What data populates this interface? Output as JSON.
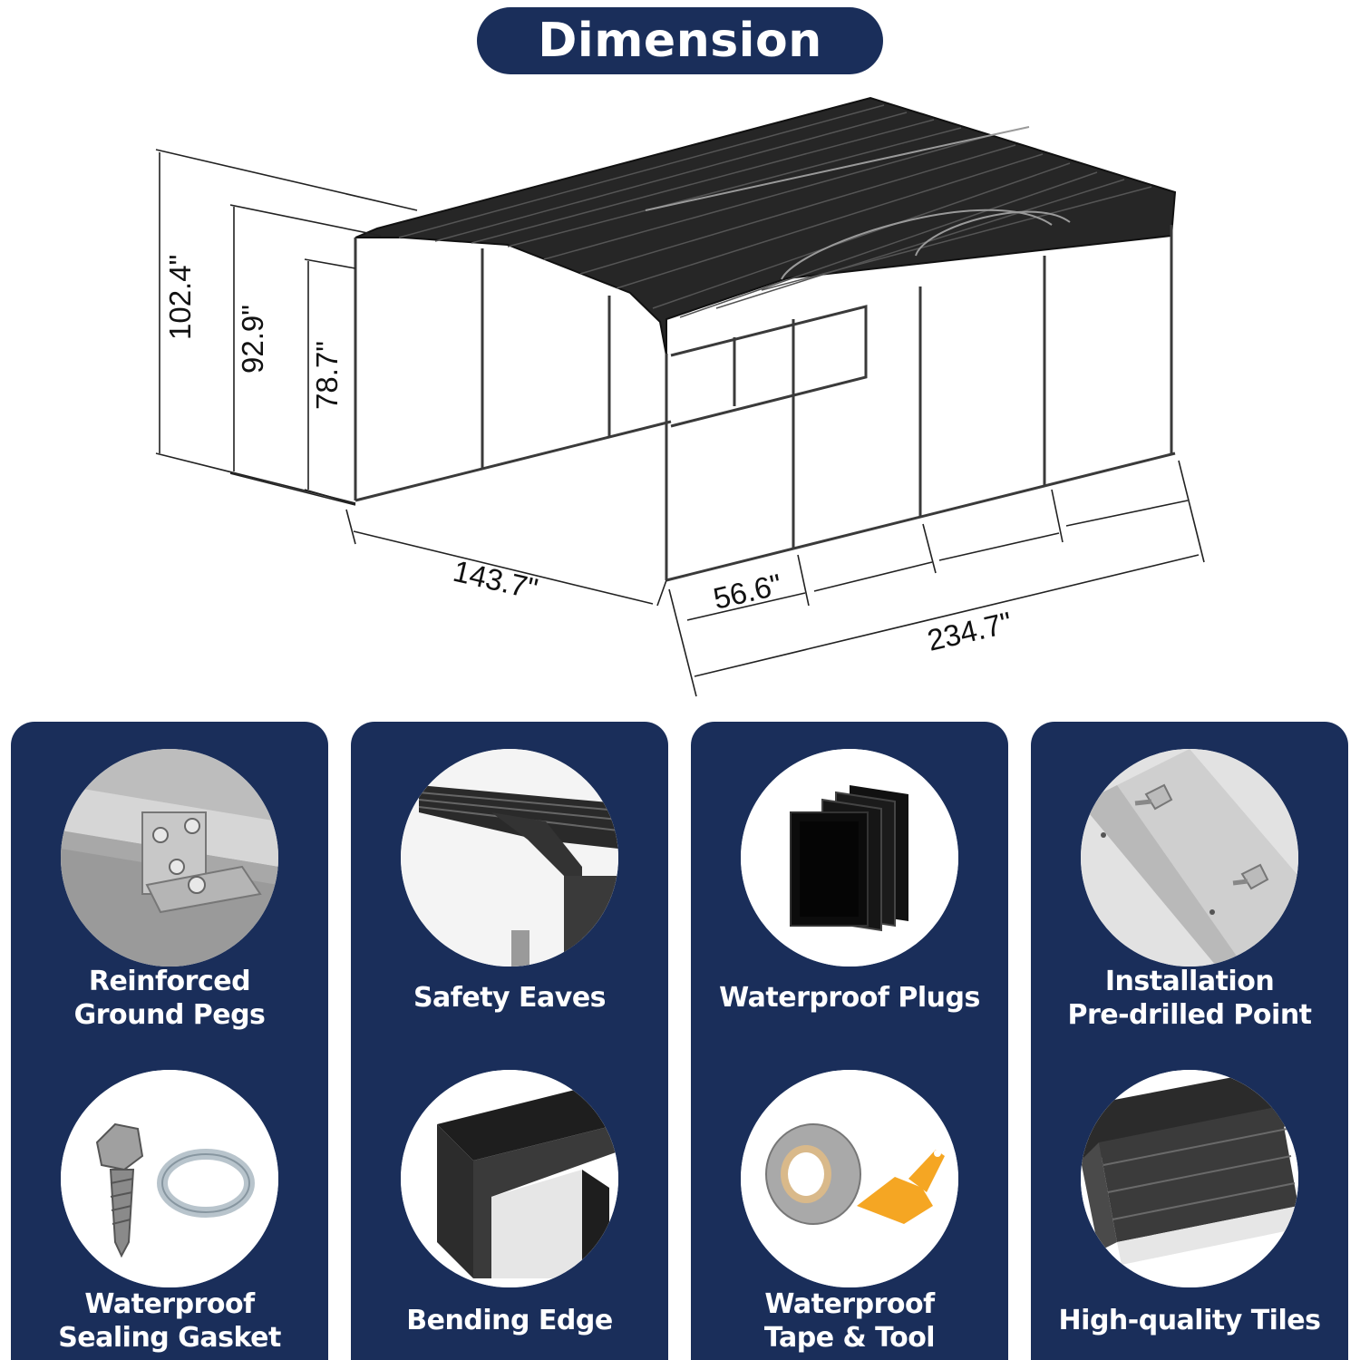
{
  "header": {
    "title": "Dimension"
  },
  "dimensions": {
    "height_peak": "102.4\"",
    "height_eave": "92.9\"",
    "height_clear": "78.7\"",
    "width": "143.7\"",
    "bay_spacing": "56.6\"",
    "length": "234.7\""
  },
  "features": [
    {
      "name": "reinforced-ground-pegs",
      "line1": "Reinforced",
      "line2": "Ground Pegs"
    },
    {
      "name": "safety-eaves",
      "line1": "Safety Eaves",
      "line2": ""
    },
    {
      "name": "waterproof-plugs",
      "line1": "Waterproof Plugs",
      "line2": ""
    },
    {
      "name": "installation-pre-drilled-point",
      "line1": "Installation",
      "line2": "Pre-drilled Point"
    },
    {
      "name": "waterproof-sealing-gasket",
      "line1": "Waterproof",
      "line2": "Sealing Gasket"
    },
    {
      "name": "bending-edge",
      "line1": "Bending Edge",
      "line2": ""
    },
    {
      "name": "waterproof-tape-tool",
      "line1": "Waterproof",
      "line2": "Tape & Tool"
    },
    {
      "name": "high-quality-tiles",
      "line1": "High-quality Tiles",
      "line2": ""
    }
  ],
  "colors": {
    "navy": "#1a2e5a",
    "roof": "#262626",
    "orange": "#f5a623"
  }
}
